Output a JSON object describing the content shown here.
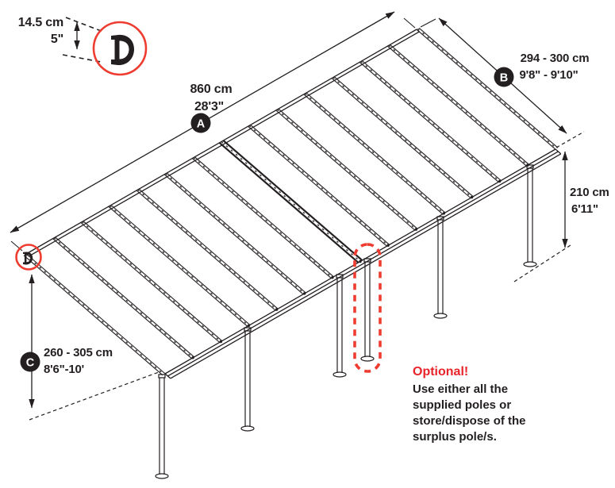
{
  "detail_d": {
    "cm": "14.5 cm",
    "inch": "5\""
  },
  "dim_a": {
    "badge": "A",
    "cm": "860 cm",
    "imperial": "28'3\""
  },
  "dim_b": {
    "badge": "B",
    "cm": "294 - 300 cm",
    "imperial": "9'8\" - 9'10\""
  },
  "dim_height": {
    "cm": "210 cm",
    "imperial": "6'11\""
  },
  "dim_c": {
    "badge": "C",
    "cm": "260 - 305 cm",
    "imperial": "8'6\"-10'"
  },
  "note": {
    "title": "Optional!",
    "lines": [
      "Use either all the",
      "supplied poles or",
      "store/dispose of the",
      "surplus pole/s."
    ]
  },
  "colors": {
    "highlight_red": "#ee3d30",
    "note_red": "#e8232a",
    "line": "#231f20"
  }
}
